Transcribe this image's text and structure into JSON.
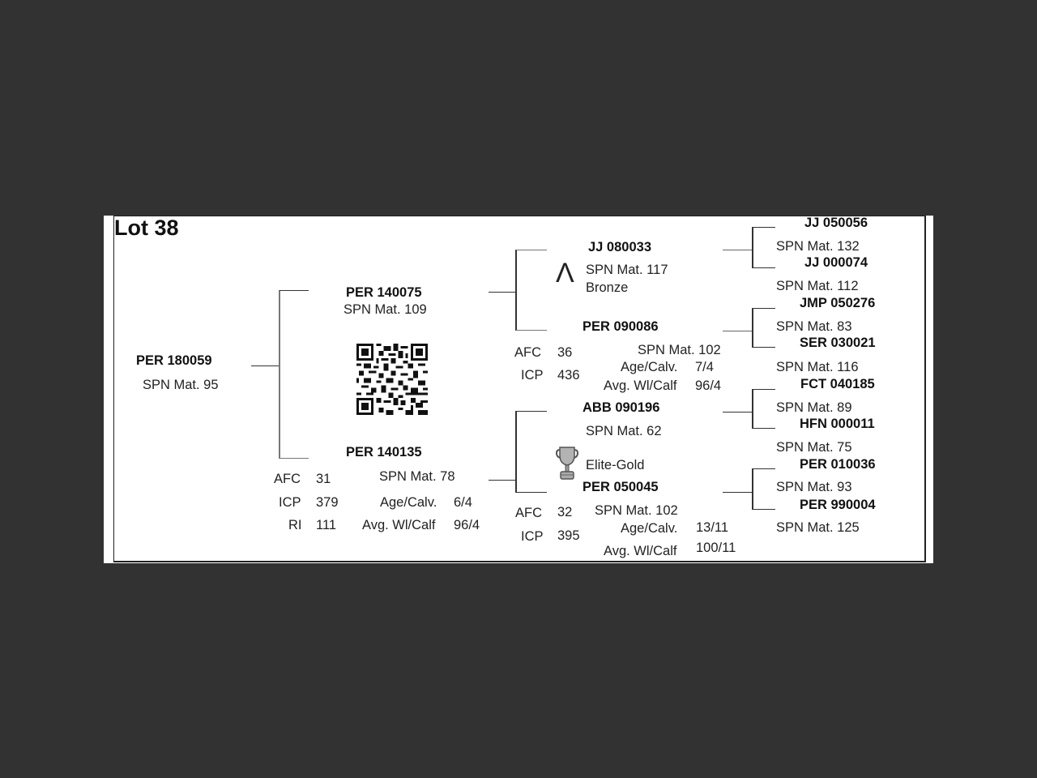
{
  "lot": {
    "title": "Lot 38"
  },
  "subject": {
    "id": "PER 180059",
    "spn": "SPN Mat. 95"
  },
  "sire": {
    "id": "PER 140075",
    "spn": "SPN Mat. 109",
    "qr_icon": "qr-code"
  },
  "dam": {
    "id": "PER 140135",
    "spn": "SPN Mat. 78",
    "stats": [
      {
        "label": "AFC",
        "value": "31"
      },
      {
        "label": "ICP",
        "value": "379"
      },
      {
        "label": "RI",
        "value": "111"
      }
    ],
    "age_calv_label": "Age/Calv.",
    "age_calv": "6/4",
    "avg_wl_label": "Avg. Wl/Calf",
    "avg_wl": "96/4"
  },
  "sire_sire": {
    "id": "JJ  080033",
    "spn": "SPN Mat. 117",
    "award": "Bronze",
    "award_icon": "lambda"
  },
  "sire_dam": {
    "id": "PER 090086",
    "spn": "SPN Mat. 102",
    "stats": [
      {
        "label": "AFC",
        "value": "36"
      },
      {
        "label": "ICP",
        "value": "436"
      }
    ],
    "age_calv_label": "Age/Calv.",
    "age_calv": "7/4",
    "avg_wl_label": "Avg. Wl/Calf",
    "avg_wl": "96/4"
  },
  "dam_sire": {
    "id": "ABB 090196",
    "spn": "SPN Mat. 62",
    "award": "Elite-Gold",
    "award_icon": "trophy"
  },
  "dam_dam": {
    "id": "PER 050045",
    "spn": "SPN Mat. 102",
    "stats": [
      {
        "label": "AFC",
        "value": "32"
      },
      {
        "label": "ICP",
        "value": "395"
      }
    ],
    "age_calv_label": "Age/Calv.",
    "age_calv": "13/11",
    "avg_wl_label": "Avg. Wl/Calf",
    "avg_wl": "100/11"
  },
  "great_grandparents": [
    {
      "id": "JJ  050056",
      "spn": "SPN Mat. 132"
    },
    {
      "id": "JJ  000074",
      "spn": "SPN Mat. 112"
    },
    {
      "id": "JMP 050276",
      "spn": "SPN Mat. 83"
    },
    {
      "id": "SER 030021",
      "spn": "SPN Mat. 116"
    },
    {
      "id": "FCT 040185",
      "spn": "SPN Mat. 89"
    },
    {
      "id": "HFN 000011",
      "spn": "SPN Mat. 75"
    },
    {
      "id": "PER 010036",
      "spn": "SPN Mat. 93"
    },
    {
      "id": "PER 990004",
      "spn": "SPN Mat. 125"
    }
  ]
}
